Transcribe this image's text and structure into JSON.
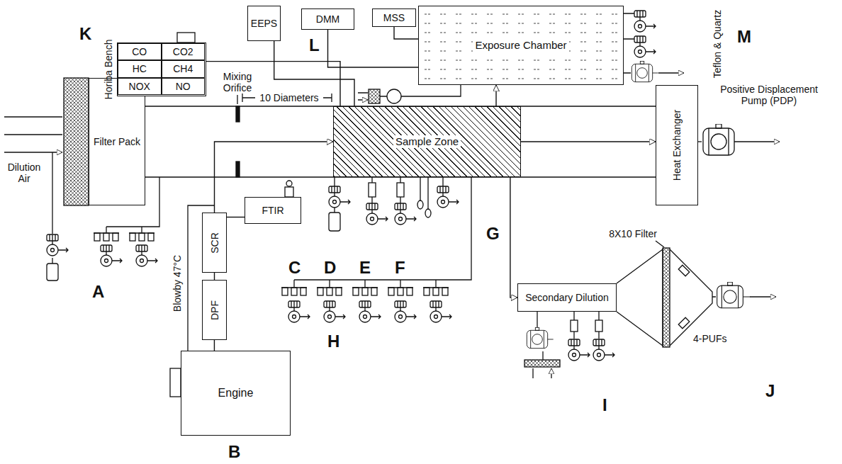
{
  "diagram": {
    "nodes": [
      {
        "text": [
          "Filter Pack"
        ]
      },
      {
        "text": [
          "Horiba Bench"
        ]
      },
      {
        "text": [
          "CO"
        ],
        "in": 1
      },
      {
        "text": [
          "CO2"
        ],
        "in": 1
      },
      {
        "text": [
          "HC"
        ],
        "in": 1
      },
      {
        "text": [
          "CH4"
        ],
        "in": 1
      },
      {
        "text": [
          "NOX"
        ],
        "in": 1
      },
      {
        "text": [
          "NO"
        ],
        "in": 1
      },
      {
        "text": [
          "EEPS"
        ]
      },
      {
        "text": [
          "DMM"
        ]
      },
      {
        "text": [
          "MSS"
        ]
      },
      {
        "text": [
          "Exposure Chamber"
        ]
      },
      {
        "text": [
          "Sample Zone"
        ]
      },
      {
        "text": [
          "Heat Exchanger"
        ]
      },
      {
        "text": [
          "SCR"
        ]
      },
      {
        "text": [
          "DPF"
        ]
      },
      {
        "text": [
          "Engine"
        ]
      },
      {
        "text": [
          "FTIR"
        ]
      },
      {
        "text": [
          "Secondary Dilution"
        ]
      }
    ],
    "edges": [
      {
        "from": 16,
        "to": 15,
        "arrow": "none"
      },
      {
        "from": 15,
        "to": 14,
        "arrow": "none"
      },
      {
        "from": 14,
        "to": 12,
        "arrow": "to"
      },
      {
        "from": 17,
        "to": 14,
        "arrow": "none"
      },
      {
        "from": 1,
        "to": 12,
        "arrow": "none"
      },
      {
        "from": 8,
        "to": 12,
        "arrow": "none"
      },
      {
        "from": 9,
        "to": 11,
        "arrow": "none"
      },
      {
        "from": 10,
        "to": 11,
        "arrow": "none"
      },
      {
        "from": 12,
        "to": 11,
        "arrow": "to"
      },
      {
        "from": 12,
        "to": 13,
        "arrow": "to"
      },
      {
        "from": 12,
        "to": 18,
        "arrow": "to"
      }
    ],
    "labels": [
      "Dilution Air",
      "Mixing Orifice",
      "10 Diameters",
      "Positive Displacement Pump (PDP)",
      "Blowby 47°C",
      "Teflon & Quartz",
      "8X10 Filter",
      "4-PUFs",
      "A",
      "B",
      "C",
      "D",
      "E",
      "F",
      "G",
      "H",
      "I",
      "J",
      "K",
      "L",
      "M"
    ]
  }
}
